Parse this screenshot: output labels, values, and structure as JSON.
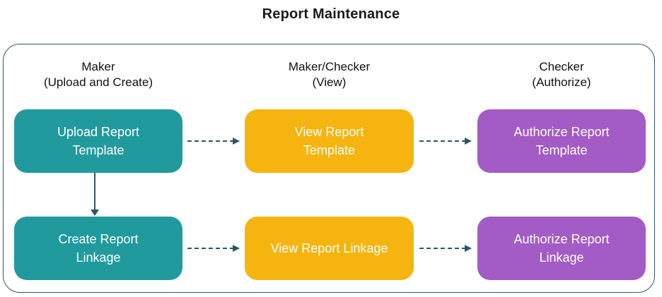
{
  "title": "Report Maintenance",
  "columns": [
    {
      "role": "Maker",
      "action": "(Upload and Create)"
    },
    {
      "role": "Maker/Checker",
      "action": "(View)"
    },
    {
      "role": "Checker",
      "action": "(Authorize)"
    }
  ],
  "flow": {
    "rows": [
      {
        "boxes": [
          {
            "label": "Upload Report\nTemplate",
            "color": "#219A9E"
          },
          {
            "label": "View Report\nTemplate",
            "color": "#F6B411"
          },
          {
            "label": "Authorize Report\nTemplate",
            "color": "#A35BC6"
          }
        ]
      },
      {
        "boxes": [
          {
            "label": "Create Report\nLinkage",
            "color": "#219A9E"
          },
          {
            "label": "View Report Linkage",
            "color": "#F6B411"
          },
          {
            "label": "Authorize Report\nLinkage",
            "color": "#A35BC6"
          }
        ]
      }
    ]
  },
  "colors": {
    "teal": "#219A9E",
    "yellow": "#F6B411",
    "purple": "#A35BC6",
    "connector": "#2D5666",
    "panel_border": "#2D5666",
    "box_text": "#FFFFFF",
    "heading_text": "#111111"
  }
}
